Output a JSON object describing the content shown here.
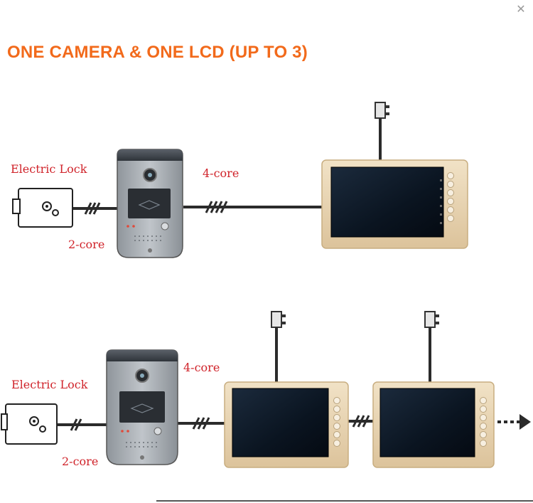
{
  "window": {
    "close_symbol": "✕"
  },
  "title": "ONE  CAMERA & ONE LCD (UP TO 3)",
  "diagram_top": {
    "lock_label": "Electric Lock",
    "lock_cable_label": "2-core",
    "monitor_cable_label": "4-core"
  },
  "diagram_bottom": {
    "lock_label": "Electric Lock",
    "lock_cable_label": "2-core",
    "monitor_cable_label": "4-core"
  },
  "colors": {
    "title": "#f26a1b",
    "labels": "#d0232a",
    "cable": "#2b2b2b",
    "monitor_frame": "#e8d5b5",
    "screen": "#0d1a2a",
    "camera_panel": "#9ea3a8"
  }
}
